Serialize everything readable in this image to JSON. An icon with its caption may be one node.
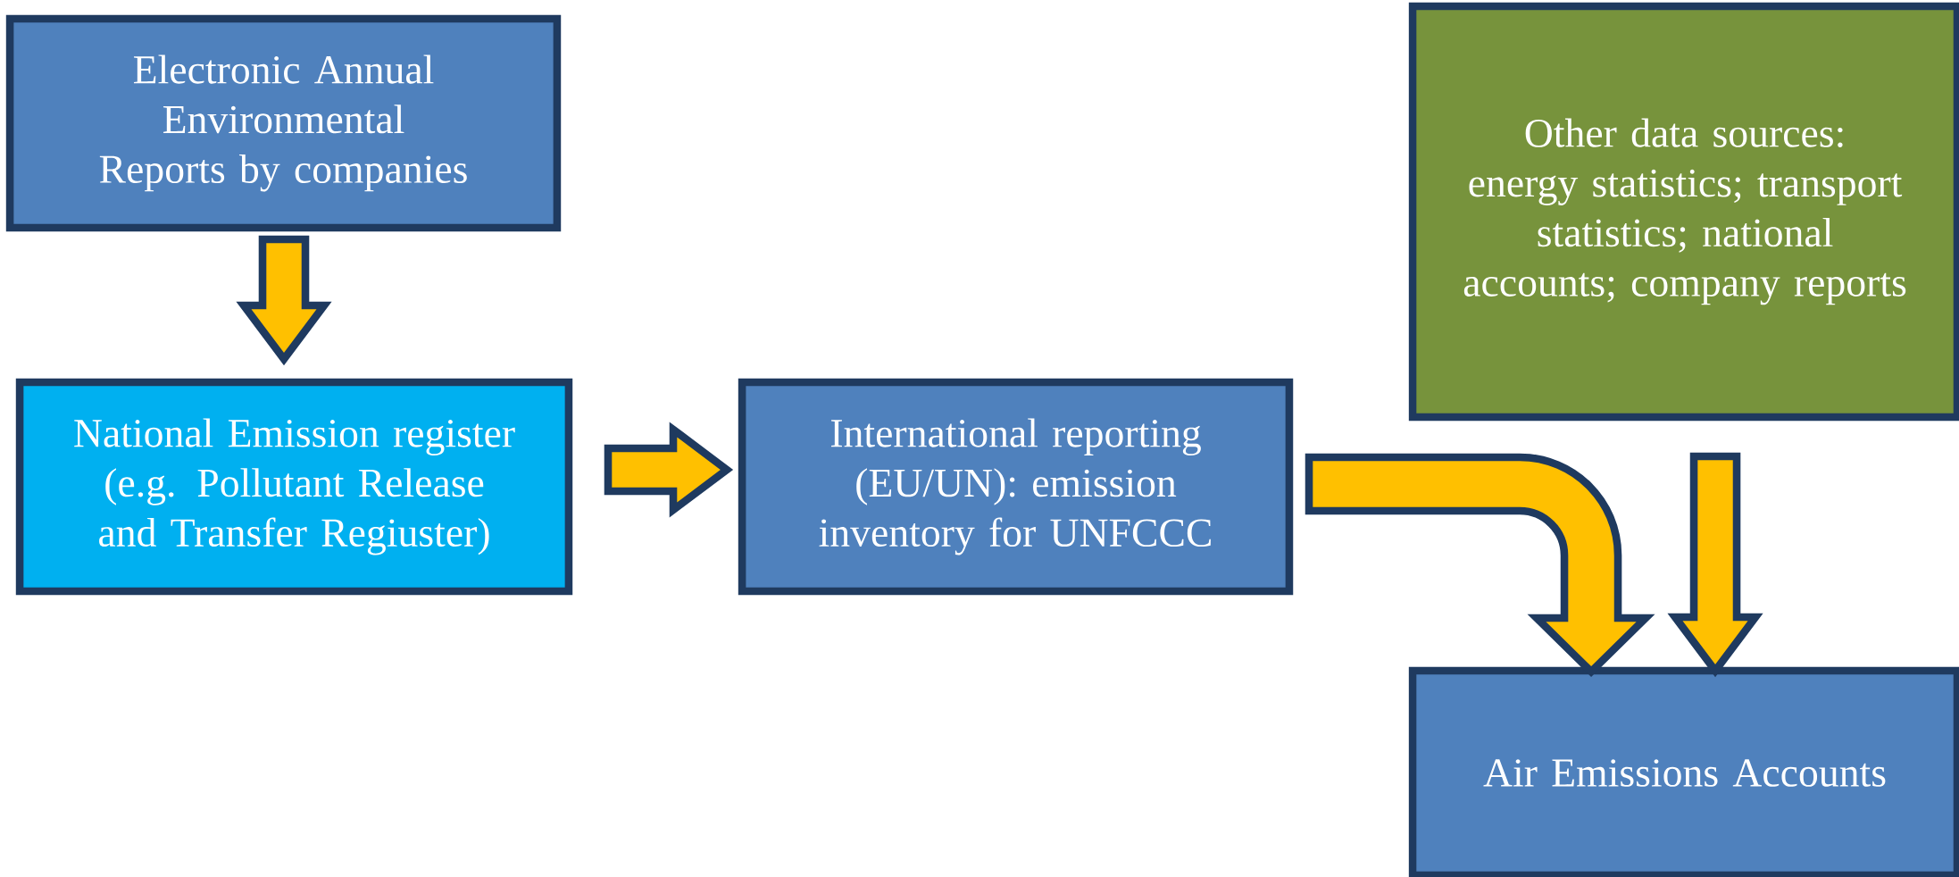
{
  "diagram": {
    "nodes": [
      {
        "text": [
          "Electronic Annual Environmental  Reports by companies"
        ]
      },
      {
        "text": [
          "National Emission register (e.g. Pollutant Release and Transfer Regiuster)"
        ]
      },
      {
        "text": [
          "International reporting (EU/UN): emission inventory for UNFCCC"
        ]
      },
      {
        "text": [
          "Other data sources: energy statistics; transport statistics; national accounts; company reports"
        ]
      },
      {
        "text": [
          "Air Emissions Accounts"
        ]
      }
    ],
    "edges": [
      {
        "from": 0,
        "to": 1,
        "arrow": "to"
      },
      {
        "from": 1,
        "to": 2,
        "arrow": "to"
      },
      {
        "from": 2,
        "to": 4,
        "arrow": "to"
      },
      {
        "from": 3,
        "to": 4,
        "arrow": "to"
      }
    ]
  }
}
